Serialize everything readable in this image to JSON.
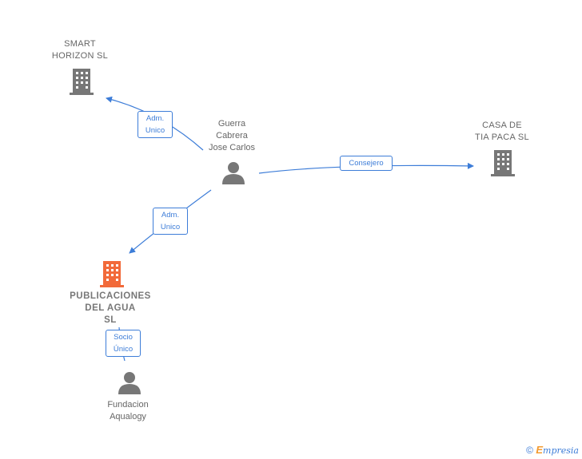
{
  "nodes": {
    "smart_horizon": {
      "label": "SMART\nHORIZON  SL",
      "type": "company",
      "color": "#777777"
    },
    "guerra": {
      "label": "Guerra\nCabrera\nJose Carlos",
      "type": "person",
      "color": "#777777"
    },
    "casa_tia_paca": {
      "label": "CASA DE\nTIA PACA  SL",
      "type": "company",
      "color": "#777777"
    },
    "publicaciones": {
      "label": "PUBLICACIONES\nDEL AGUA\nSL",
      "type": "company-main",
      "color": "#f26a3a"
    },
    "fundacion": {
      "label": "Fundacion\nAqualogy",
      "type": "person",
      "color": "#777777"
    }
  },
  "edges": {
    "guerra_smart": {
      "label": "Adm.\nUnico"
    },
    "guerra_casa": {
      "label": "Consejero"
    },
    "guerra_publicaciones": {
      "label": "Adm.\nUnico"
    },
    "fundacion_publicaciones": {
      "label": "Socio\nÚnico"
    }
  },
  "footer": {
    "copyright": "©",
    "brand_initial": "E",
    "brand_rest": "mpresia"
  },
  "colors": {
    "edge": "#3d7dd8",
    "main_node": "#f26a3a",
    "node": "#777777"
  }
}
